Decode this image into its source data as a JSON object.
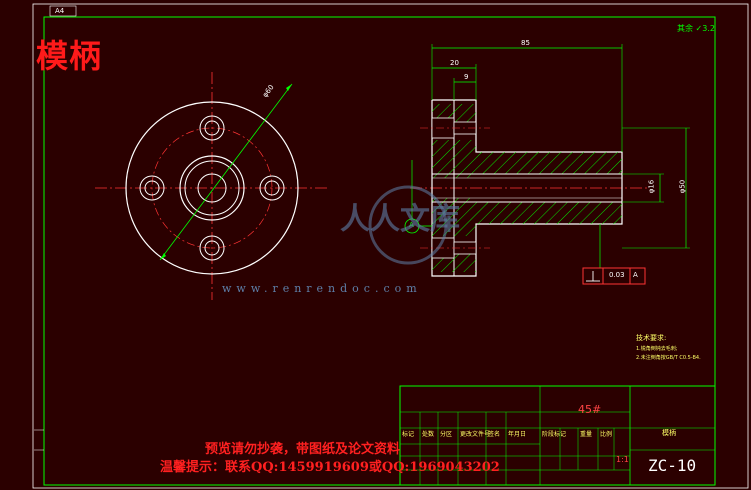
{
  "drawing": {
    "title_cn": "模柄",
    "sheet_size": "A4",
    "roughness_note": "其余 ✓3.2",
    "site_url": "www.renrendoc.com",
    "logo_text": "人人文库"
  },
  "dimensions": {
    "overall_length": "85",
    "flange_length": "20",
    "step_length": "9",
    "bolt_circle_dia": "φ60",
    "shank_dia": "φ50",
    "bore_label": "φ16",
    "datum_label": "A"
  },
  "tolerance_frame": {
    "symbol": "⊥",
    "value": "0.03",
    "datum": "A"
  },
  "tech_requirements": {
    "title": "技术要求:",
    "lines": [
      "1.锐角倒钝去毛刺;",
      "2.未注倒角按GB/T C0.5-B4."
    ]
  },
  "title_block": {
    "material": "45#",
    "part_name": "模柄",
    "drawing_no": "ZC-10",
    "scale": "1:1",
    "headers": [
      "标记",
      "处数",
      "分区",
      "更改文件号",
      "签名",
      "年月日"
    ],
    "headers2": [
      "阶段标记",
      "重量",
      "比例"
    ]
  },
  "watermark": {
    "line1": "预览请勿抄袭，带图纸及论文资料",
    "line2": "温馨提示：联系QQ:1459919609或QQ:1969043202"
  }
}
